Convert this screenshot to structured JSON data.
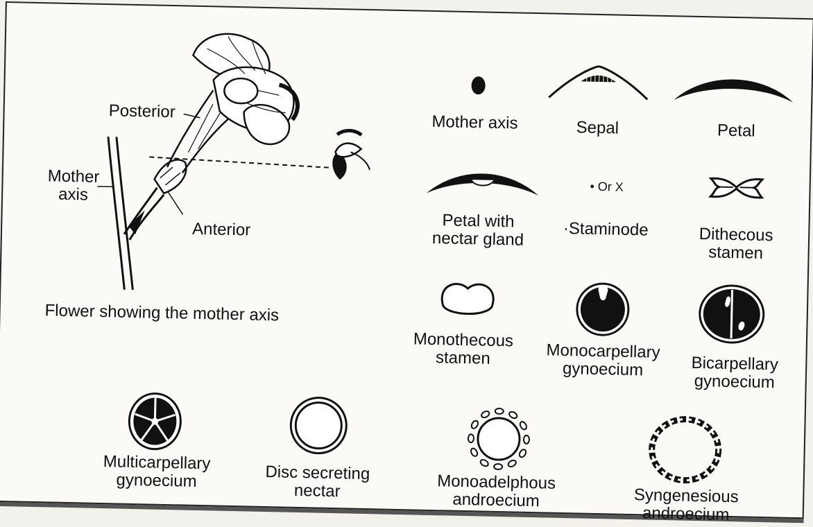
{
  "flower": {
    "posterior": "Posterior",
    "mother_axis_line1": "Mother",
    "mother_axis_line2": "axis",
    "anterior": "Anterior",
    "caption": "Flower showing the mother axis"
  },
  "symbols": {
    "mother_axis": "Mother axis",
    "sepal": "Sepal",
    "petal": "Petal",
    "petal_nectar_1": "Petal with",
    "petal_nectar_2": "nectar gland",
    "staminode_marks": "• Or X",
    "staminode": "·Staminode",
    "dithecous_1": "Dithecous",
    "dithecous_2": "stamen",
    "monothecous_1": "Monothecous",
    "monothecous_2": "stamen",
    "monocarpellary_1": "Monocarpellary",
    "monocarpellary_2": "gynoecium",
    "bicarpellary_1": "Bicarpellary",
    "bicarpellary_2": "gynoecium",
    "multicarpellary_1": "Multicarpellary",
    "multicarpellary_2": "gynoecium",
    "disc_1": "Disc secreting",
    "disc_2": "nectar",
    "monoadelphous_1": "Monoadelphous",
    "monoadelphous_2": "androecium",
    "syngenesious_1": "Syngenesious",
    "syngenesious_2": "androecium"
  }
}
